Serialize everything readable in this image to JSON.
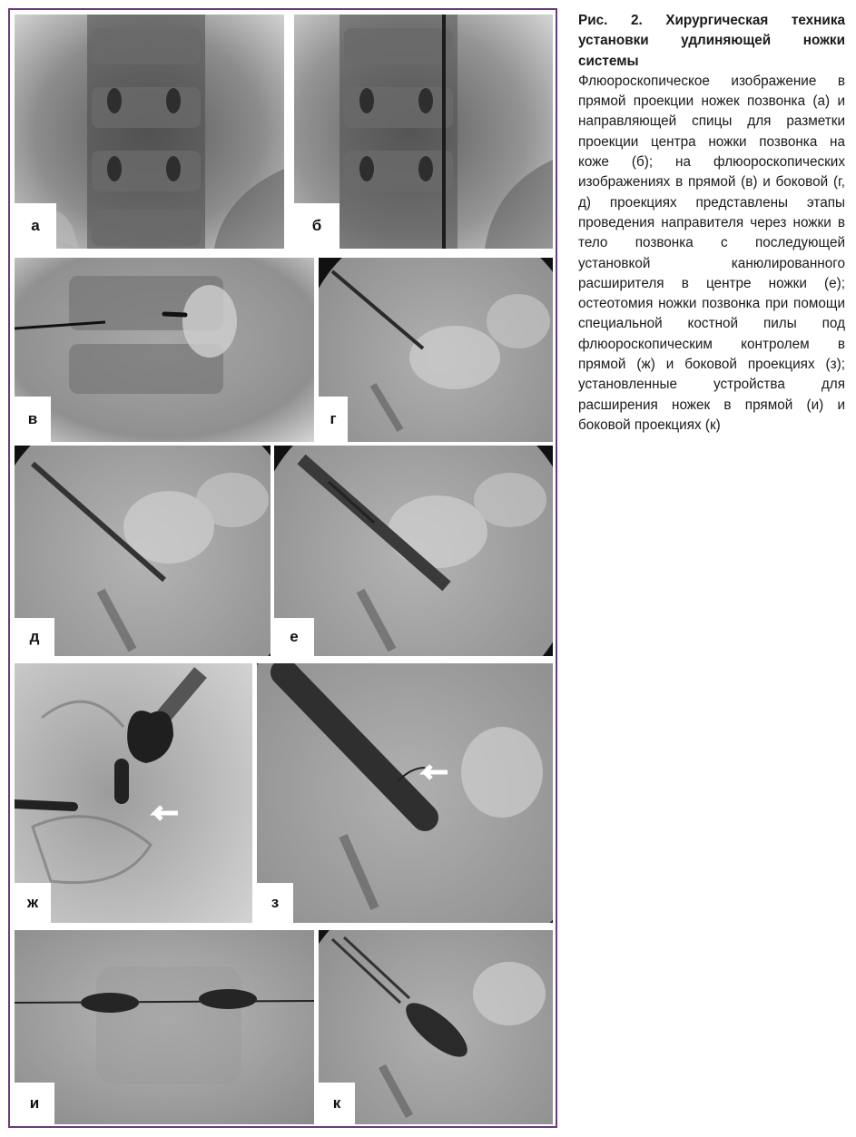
{
  "figure": {
    "title": "Рис. 2. Хирургическая техника установки удлиняющей ножки системы",
    "caption": "Флюороскопическое изображение в прямой проекции ножек позвонка (а) и направляющей спицы для разметки проекции центра ножки позвонка на коже (б); на флюороскопических изображениях в прямой (в) и боковой (г, д) проекциях представлены этапы проведения направителя через ножки в тело позвонка с последующей установкой канюлированного расширителя в центре ножки (е); остеотомия ножки позвонка при помощи специальной костной пилы под флюороскопическим контролем в прямой (ж) и боковой проекциях (з); установленные устройства для расширения ножек в прямой (и) и боковой проекциях (к)"
  },
  "panels": [
    {
      "id": "a",
      "letter": "а"
    },
    {
      "id": "b",
      "letter": "б"
    },
    {
      "id": "v",
      "letter": "в"
    },
    {
      "id": "g",
      "letter": "г"
    },
    {
      "id": "d",
      "letter": "д"
    },
    {
      "id": "e",
      "letter": "е"
    },
    {
      "id": "zh",
      "letter": "ж"
    },
    {
      "id": "z",
      "letter": "з"
    },
    {
      "id": "i",
      "letter": "и"
    },
    {
      "id": "k",
      "letter": "к"
    }
  ]
}
